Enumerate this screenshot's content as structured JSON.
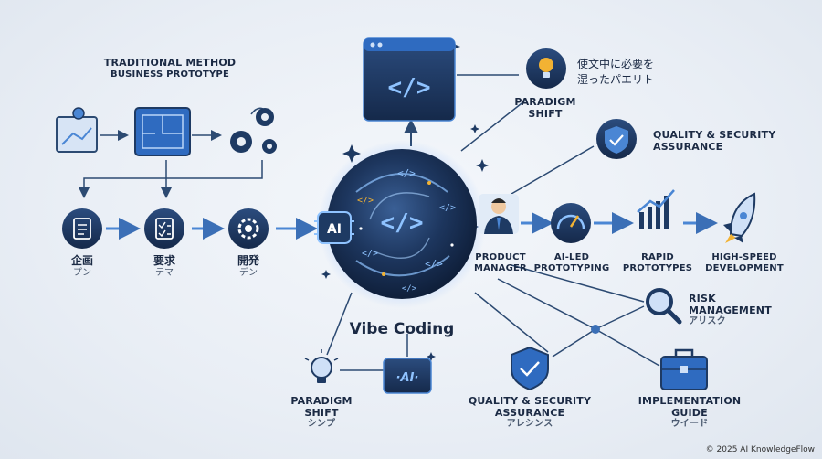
{
  "traditional": {
    "line1": "TRADITIONAL METHOD",
    "line2": "BUSINESS PROTOTYPE"
  },
  "steps": [
    {
      "kanji": "企画",
      "kana": "プン"
    },
    {
      "kanji": "要求",
      "kana": "テマ"
    },
    {
      "kanji": "開発",
      "kana": "デン"
    }
  ],
  "center": {
    "title": "Vibe Coding",
    "ai_badge": "AI"
  },
  "top_paradigm": {
    "line1": "PARADIGM",
    "line2": "SHIFT",
    "jp1": "使文中に必要を",
    "jp2": "湿ったパエリト"
  },
  "quality_top": {
    "line1": "QUALITY & SECURITY",
    "line2": "ASSURANCE"
  },
  "pipeline": [
    {
      "line1": "PRODUCT",
      "line2": "MANAGER"
    },
    {
      "line1": "AI-LED",
      "line2": "PROTOTYPING"
    },
    {
      "line1": "RAPID",
      "line2": "PROTOTYPES"
    },
    {
      "line1": "HIGH-SPEED",
      "line2": "DEVELOPMENT"
    }
  ],
  "risk": {
    "line1": "RISK",
    "line2": "MANAGEMENT",
    "jp": "アリスク"
  },
  "bottom_paradigm": {
    "line1": "PARADIGM",
    "line2": "SHIFT",
    "jp": "シンプ"
  },
  "bottom_ai_badge": "·AI·",
  "quality_bottom": {
    "line1": "QUALITY & SECURITY",
    "line2": "ASSURANCE",
    "jp": "アレシンス"
  },
  "implementation": {
    "line1": "IMPLEMENTATION",
    "line2": "GUIDE",
    "jp": "ウイード"
  },
  "copyright": "© 2025 AI KnowledgeFlow",
  "colors": {
    "navy": "#1e3a63",
    "blue": "#3b6fb6",
    "accent": "#4a86d4",
    "gold": "#f2b233"
  }
}
